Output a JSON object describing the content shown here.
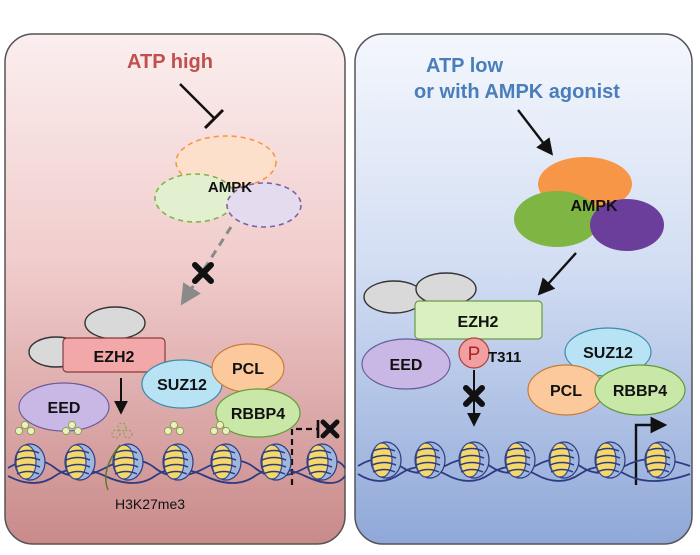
{
  "left_panel": {
    "condition": "ATP high",
    "labels": {
      "ampk": "AMPK",
      "ezh2": "EZH2",
      "eed": "EED",
      "suz12": "SUZ12",
      "pcl": "PCL",
      "rbbp4": "RBBP4",
      "mark": "H3K27me3"
    }
  },
  "right_panel": {
    "condition_line1": "ATP low",
    "condition_line2": "or with AMPK agonist",
    "labels": {
      "ampk": "AMPK",
      "ezh2": "EZH2",
      "eed": "EED",
      "phospho": "P",
      "site": "T311",
      "suz12": "SUZ12",
      "pcl": "PCL",
      "rbbp4": "RBBP4"
    }
  },
  "colors": {
    "left_bg_top": "#fbeeee",
    "left_bg_bottom": "#c98a8a",
    "right_bg_top": "#f4f7fd",
    "right_bg_bottom": "#8fa8d8",
    "atp_high": "#c0504d",
    "atp_low": "#4a7ebb",
    "ampk_orange": "#f79646",
    "ampk_green": "#7fb543",
    "ampk_purple": "#6a3e9a",
    "ezh2_red": "#f2a8a8",
    "ezh2_green": "#daf0c0",
    "eed": "#c9b8e6",
    "suz12": "#b7e3f4",
    "pcl": "#fbc99b",
    "rbbp4": "#c9e7a6",
    "phospho": "#f0a0a0",
    "dna": "#2e3b80",
    "nucleosome": "#f5d86a"
  },
  "icons": {
    "inhibit": "t-bar-arrow-icon",
    "block": "x-mark-icon",
    "tss": "bent-arrow-icon"
  }
}
